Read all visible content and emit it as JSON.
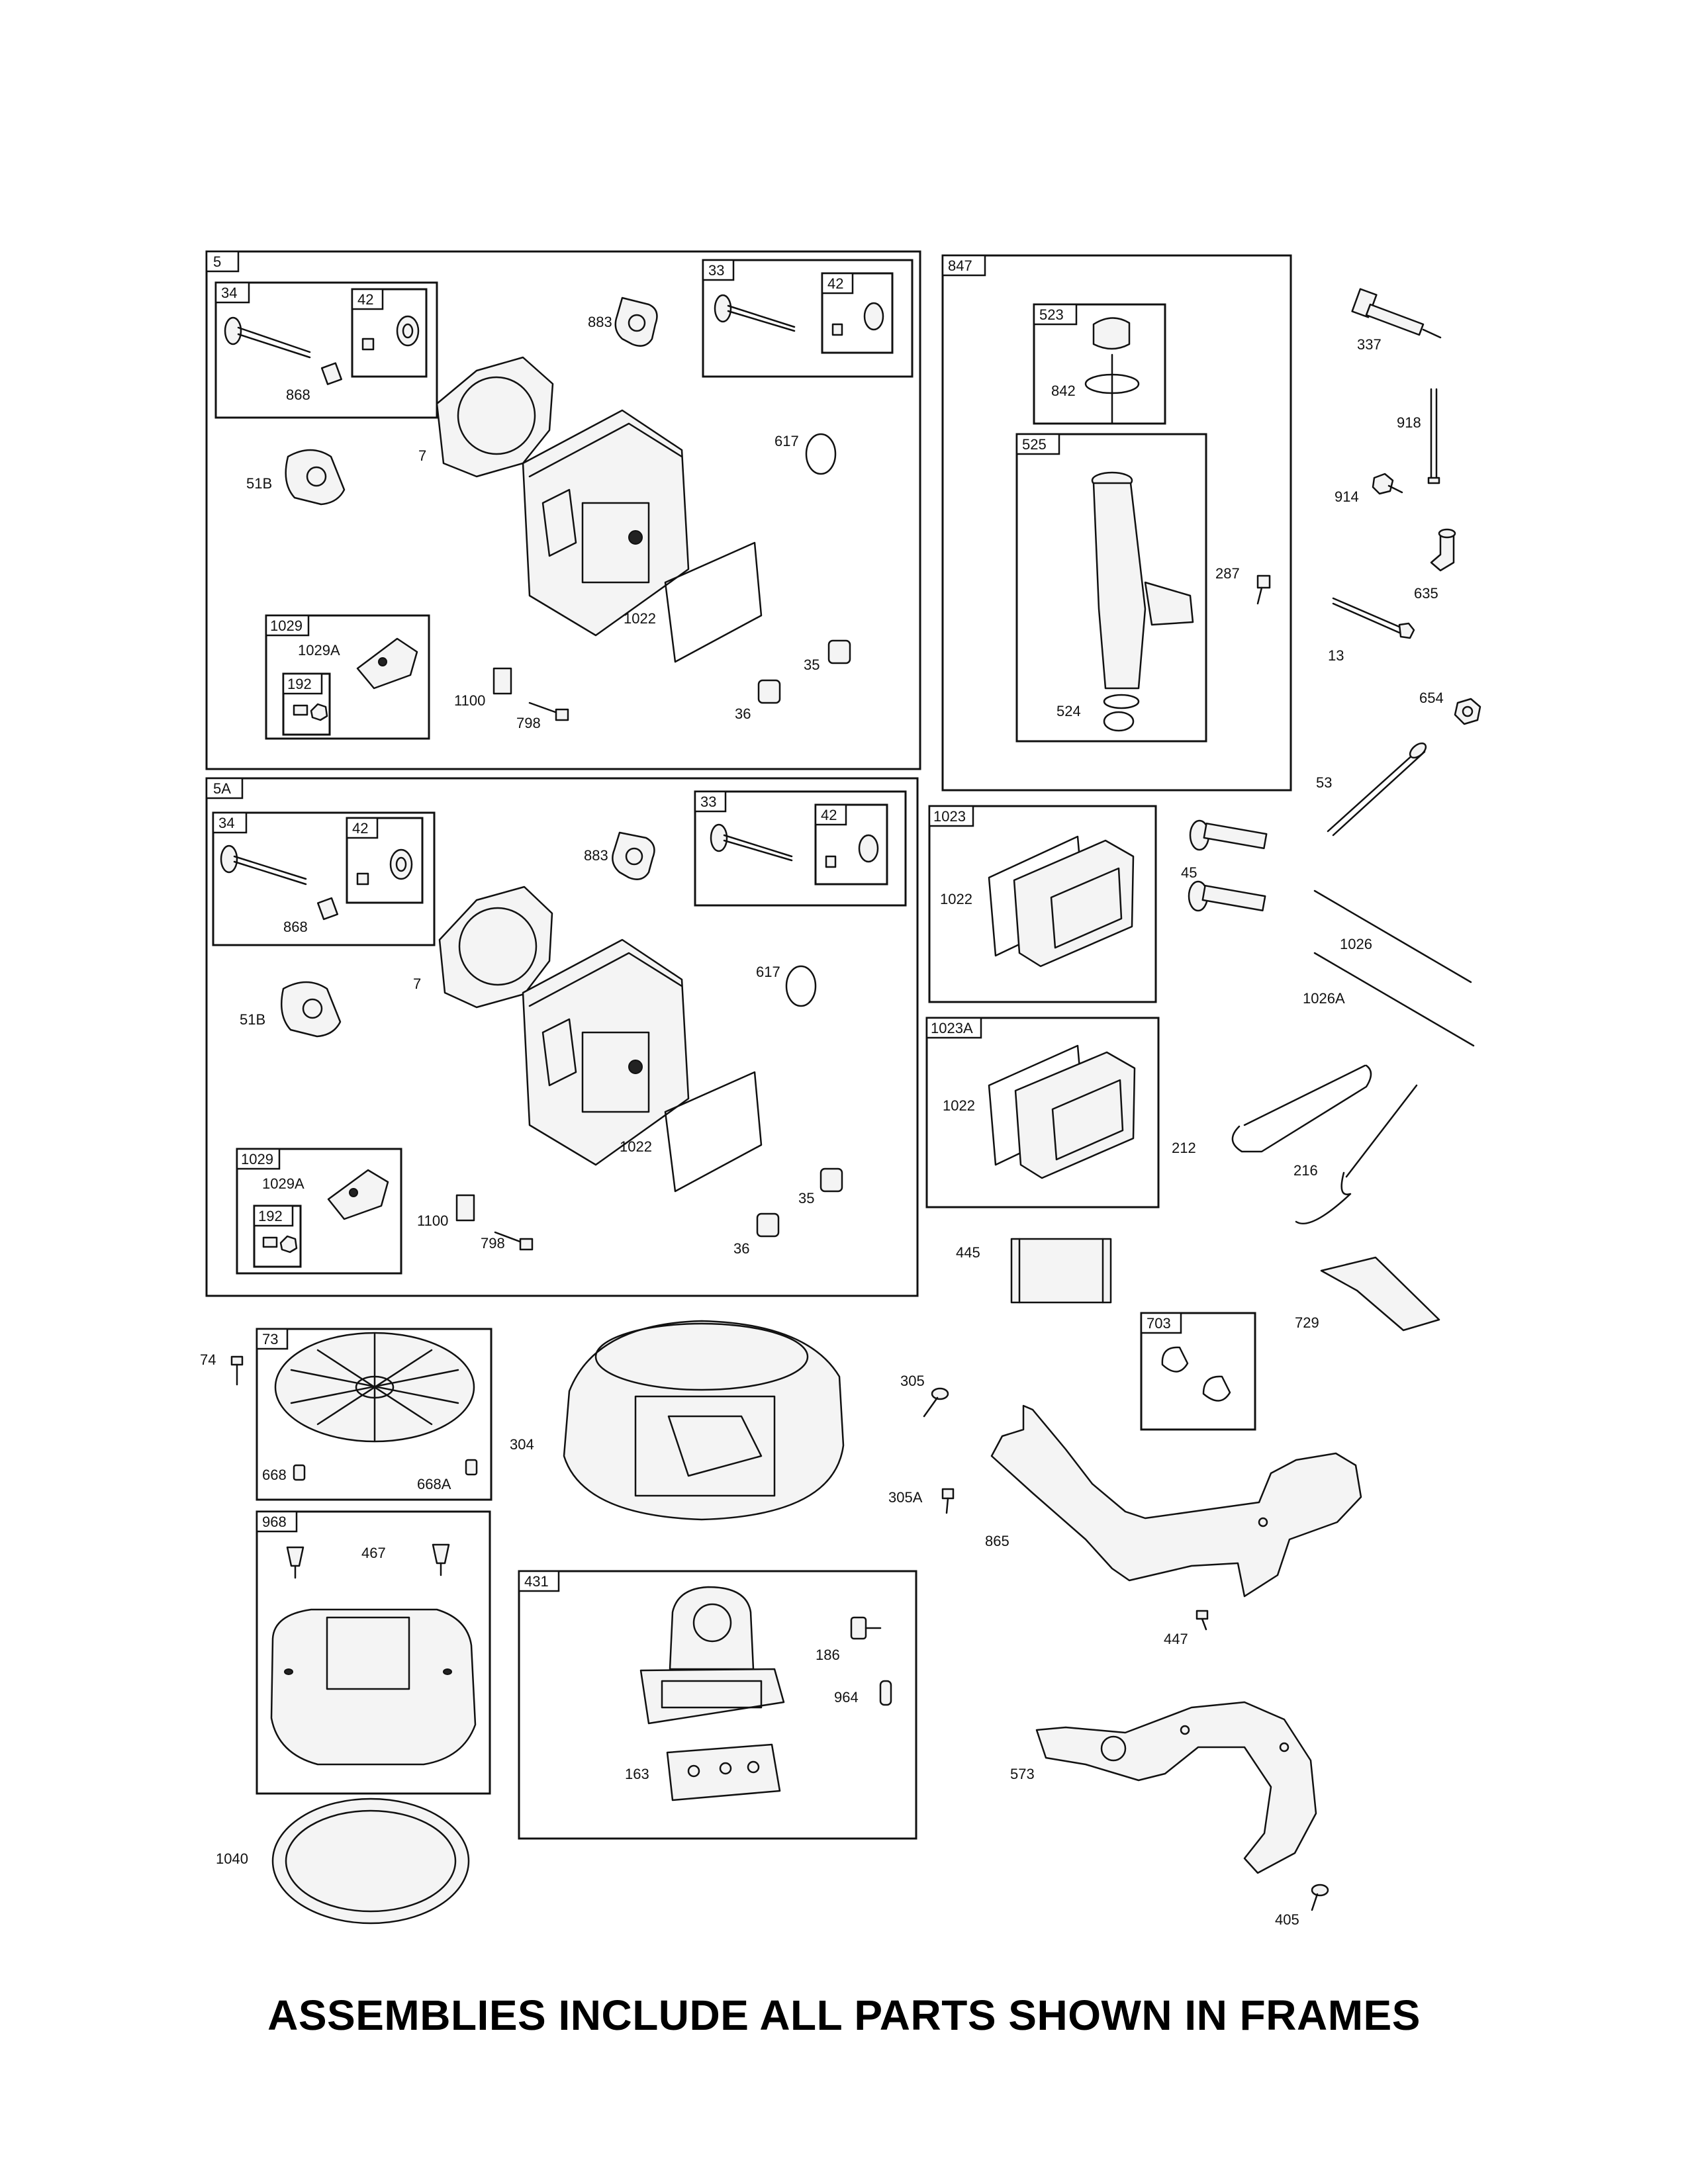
{
  "footer": "ASSEMBLIES INCLUDE ALL PARTS SHOWN IN FRAMES",
  "frames": {
    "f5": "5",
    "f5_34": "34",
    "f5_34_42": "42",
    "f5_33": "33",
    "f5_33_42": "42",
    "f5_1029": "1029",
    "f5_1029_192": "192",
    "f5a": "5A",
    "f5a_34": "34",
    "f5a_34_42": "42",
    "f5a_33": "33",
    "f5a_33_42": "42",
    "f5a_1029": "1029",
    "f5a_1029_192": "192",
    "f847": "847",
    "f523": "523",
    "f525": "525",
    "f1023": "1023",
    "f1023a": "1023A",
    "f73": "73",
    "f968": "968",
    "f431": "431",
    "f703": "703"
  },
  "labels": {
    "l883a": "883",
    "l868a": "868",
    "l7a": "7",
    "l51Ba": "51B",
    "l617a": "617",
    "l1022a": "1022",
    "l1029Aa": "1029A",
    "l1100a": "1100",
    "l798a": "798",
    "l35a": "35",
    "l36a": "36",
    "l883b": "883",
    "l868b": "868",
    "l7b": "7",
    "l51Bb": "51B",
    "l617b": "617",
    "l1022b": "1022",
    "l1029Ab": "1029A",
    "l1100b": "1100",
    "l798b": "798",
    "l35b": "35",
    "l36b": "36",
    "l842": "842",
    "l524": "524",
    "l287": "287",
    "l337": "337",
    "l918": "918",
    "l914": "914",
    "l635": "635",
    "l13": "13",
    "l654": "654",
    "l53": "53",
    "l45": "45",
    "l1026": "1026",
    "l1026A": "1026A",
    "l212": "212",
    "l216": "216",
    "l1022c": "1022",
    "l1022d": "1022",
    "l445": "445",
    "l729": "729",
    "l74": "74",
    "l668": "668",
    "l668A": "668A",
    "l304": "304",
    "l305": "305",
    "l305A": "305A",
    "l865": "865",
    "l447": "447",
    "l467": "467",
    "l186": "186",
    "l964": "964",
    "l163": "163",
    "l573": "573",
    "l1040": "1040",
    "l405": "405"
  }
}
